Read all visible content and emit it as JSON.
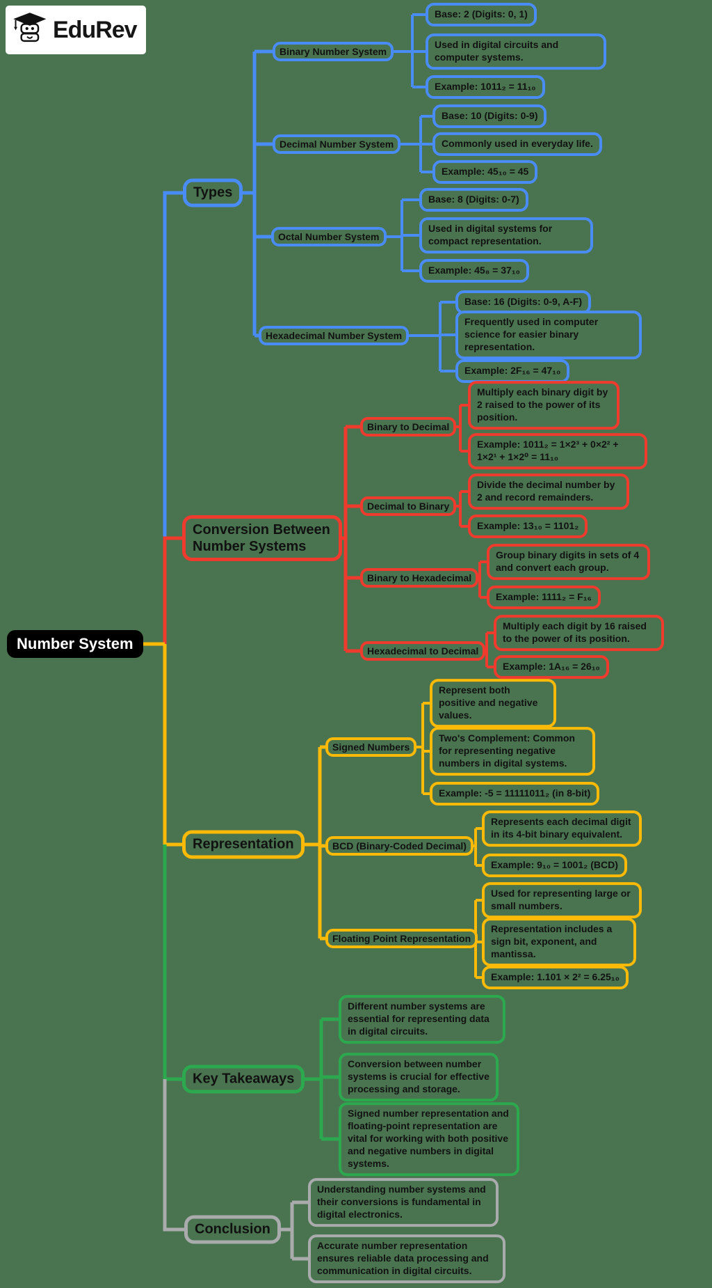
{
  "logo": {
    "brand": "EduRev"
  },
  "palette": {
    "background": "#4a7450",
    "blue": "#4a8cf5",
    "red": "#ef3b2d",
    "yellow": "#fbba07",
    "green": "#2ca84e",
    "gray": "#a9abad",
    "root_bg": "#000000",
    "root_text": "#ffffff",
    "node_text": "#111111"
  },
  "mindmap": {
    "root": "Number System",
    "branches": [
      {
        "label": "Types",
        "color": "#4a8cf5",
        "children": [
          {
            "label": "Binary Number System",
            "details": [
              "Base: 2 (Digits: 0, 1)",
              "Used in digital circuits and computer systems.",
              "Example: 1011₂ = 11₁₀"
            ]
          },
          {
            "label": "Decimal Number System",
            "details": [
              "Base: 10 (Digits: 0-9)",
              "Commonly used in everyday life.",
              "Example: 45₁₀ = 45"
            ]
          },
          {
            "label": "Octal Number System",
            "details": [
              "Base: 8 (Digits: 0-7)",
              "Used in digital systems for compact representation.",
              "Example: 45₈ = 37₁₀"
            ]
          },
          {
            "label": "Hexadecimal Number System",
            "details": [
              "Base: 16 (Digits: 0-9, A-F)",
              "Frequently used in computer science for easier binary representation.",
              "Example: 2F₁₆ = 47₁₀"
            ]
          }
        ]
      },
      {
        "label": "Conversion Between Number Systems",
        "color": "#ef3b2d",
        "children": [
          {
            "label": "Binary to Decimal",
            "details": [
              "Multiply each binary digit by 2 raised to the power of its position.",
              "Example: 1011₂ = 1×2³ + 0×2² + 1×2¹ + 1×2⁰ = 11₁₀"
            ]
          },
          {
            "label": "Decimal to Binary",
            "details": [
              "Divide the decimal number by 2 and record remainders.",
              "Example: 13₁₀ = 1101₂"
            ]
          },
          {
            "label": "Binary to Hexadecimal",
            "details": [
              "Group binary digits in sets of 4 and convert each group.",
              "Example: 1111₂ = F₁₆"
            ]
          },
          {
            "label": "Hexadecimal to Decimal",
            "details": [
              "Multiply each digit by 16 raised to the power of its position.",
              "Example: 1A₁₆ = 26₁₀"
            ]
          }
        ]
      },
      {
        "label": "Representation",
        "color": "#fbba07",
        "children": [
          {
            "label": "Signed Numbers",
            "details": [
              "Represent both positive and negative values.",
              "Two's Complement: Common for representing negative numbers in digital systems.",
              "Example: -5 = 11111011₂ (in 8-bit)"
            ]
          },
          {
            "label": "BCD (Binary-Coded Decimal)",
            "details": [
              "Represents each decimal digit in its 4-bit binary equivalent.",
              "Example: 9₁₀ = 1001₂ (BCD)"
            ]
          },
          {
            "label": "Floating Point Representation",
            "details": [
              "Used for representing large or small numbers.",
              "Representation includes a sign bit, exponent, and mantissa.",
              "Example: 1.101 × 2² = 6.25₁₀"
            ]
          }
        ]
      },
      {
        "label": "Key Takeaways",
        "color": "#2ca84e",
        "notes": [
          "Different number systems are essential for representing data in digital circuits.",
          "Conversion between number systems is crucial for effective processing and storage.",
          "Signed number representation and floating-point representation are vital for working with both positive and negative numbers in digital systems."
        ]
      },
      {
        "label": "Conclusion",
        "color": "#a9abad",
        "notes": [
          "Understanding number systems and their conversions is fundamental in digital electronics.",
          "Accurate number representation ensures reliable data processing and communication in digital circuits."
        ]
      }
    ]
  }
}
